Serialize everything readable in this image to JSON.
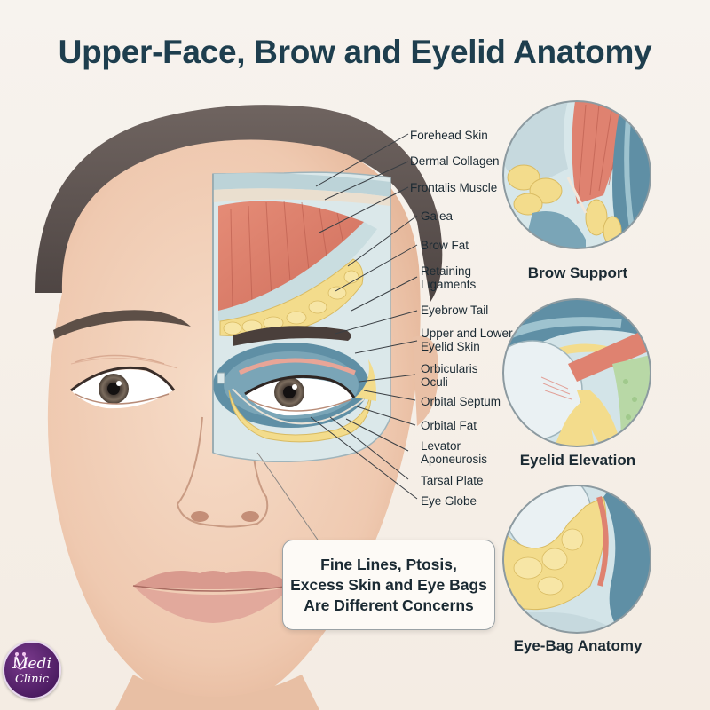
{
  "title": "Upper-Face, Brow and Eyelid Anatomy",
  "layer_labels": [
    "Forehead Skin",
    "Dermal Collagen",
    "Frontalis Muscle",
    "Galea",
    "Brow Fat",
    "Retaining Ligaments",
    "Eyebrow Tail",
    "Upper and Lower Eyelid Skin",
    "Orbicularis Oculi",
    "Orbital Septum",
    "Orbital Fat",
    "Levator Aponeurosis",
    "Tarsal Plate",
    "Eye Globe"
  ],
  "label_lines": {
    "forehead_skin": "Forehead Skin",
    "dermal_collagen": "Dermal Collagen",
    "frontalis_muscle": "Frontalis Muscle",
    "galea": "Galea",
    "brow_fat": "Brow Fat",
    "retaining_ligaments_1": "Retaining",
    "retaining_ligaments_2": "Ligaments",
    "eyebrow_tail": "Eyebrow Tail",
    "eyelid_skin_1": "Upper and Lower",
    "eyelid_skin_2": "Eyelid Skin",
    "orbicularis_1": "Orbicularis",
    "orbicularis_2": "Oculi",
    "orbital_septum": "Orbital Septum",
    "orbital_fat": "Orbital Fat",
    "levator_1": "Levator",
    "levator_2": "Aponeurosis",
    "tarsal_plate": "Tarsal Plate",
    "eye_globe": "Eye Globe"
  },
  "insets": {
    "brow_support": "Brow Support",
    "eyelid_elevation": "Eyelid Elevation",
    "eye_bag_anatomy": "Eye-Bag Anatomy"
  },
  "note": {
    "line1": "Fine Lines, Ptosis,",
    "line2": "Excess Skin and Eye Bags",
    "line3": "Are Different Concerns"
  },
  "logo": {
    "line1": "Medi",
    "line2": "Clinic"
  },
  "colors": {
    "title": "#1e3e4e",
    "skin": "#f0cdb5",
    "muscle": "#e08876",
    "fat": "#f3dc8c",
    "galea": "#cfe0e4",
    "orbicularis": "#5f8fa5",
    "logo": "#4d1d63"
  }
}
